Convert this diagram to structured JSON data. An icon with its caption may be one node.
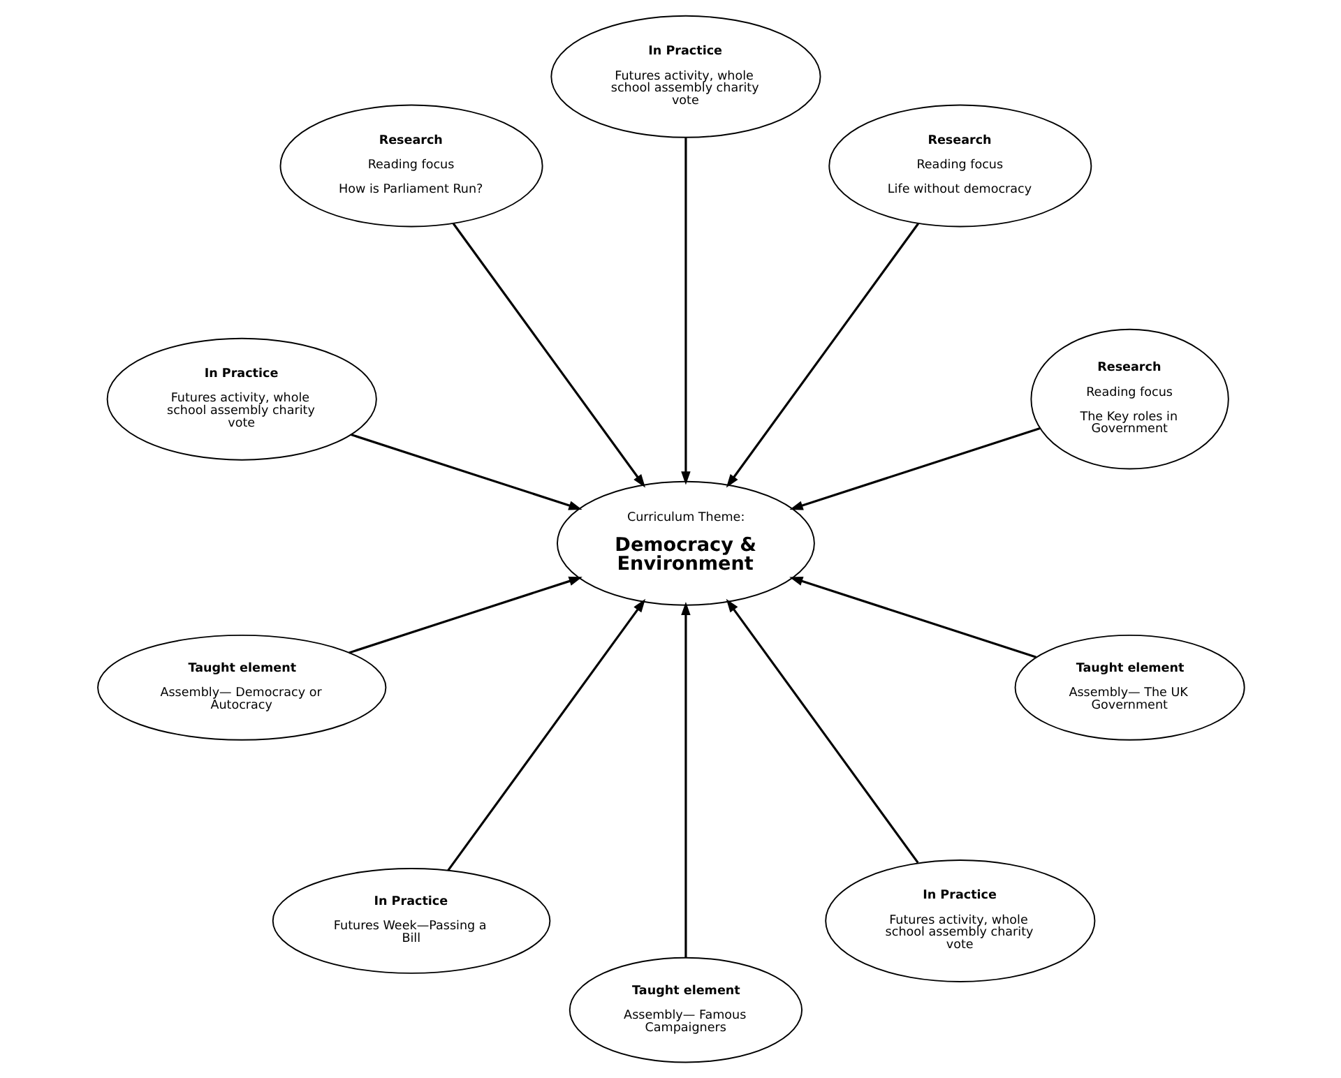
{
  "diagram": {
    "nodes": [
      {
        "text": [
          "Research",
          "Reading focus",
          "The Key roles in Government"
        ]
      },
      {
        "text": [
          "Research",
          "Reading focus",
          "Life without democracy"
        ]
      },
      {
        "text": [
          "In Practice",
          "Futures activity, whole school assembly charity vote"
        ]
      },
      {
        "text": [
          "Research",
          "Reading focus",
          "How is Parliament Run?"
        ]
      },
      {
        "text": [
          "In Practice",
          "Futures activity, whole school assembly charity vote"
        ]
      },
      {
        "text": [
          "Curriculum Theme:",
          "Democracy & Environment"
        ]
      },
      {
        "text": [
          "Taught element",
          "Assembly— Democracy or Autocracy"
        ]
      },
      {
        "text": [
          "In Practice",
          "Futures Week—Passing a Bill"
        ]
      },
      {
        "text": [
          "Taught element",
          "Assembly— Famous Campaigners"
        ]
      },
      {
        "text": [
          "In Practice",
          "Futures activity, whole school assembly charity vote"
        ]
      },
      {
        "text": [
          "Taught element",
          "Assembly— The UK Government"
        ]
      }
    ],
    "edges": [
      {
        "from": 0,
        "to": 5,
        "arrow": "to"
      },
      {
        "from": 1,
        "to": 5,
        "arrow": "to"
      },
      {
        "from": 2,
        "to": 5,
        "arrow": "to"
      },
      {
        "from": 3,
        "to": 5,
        "arrow": "to"
      },
      {
        "from": 4,
        "to": 5,
        "arrow": "to"
      },
      {
        "from": 6,
        "to": 5,
        "arrow": "to"
      },
      {
        "from": 7,
        "to": 5,
        "arrow": "to"
      },
      {
        "from": 8,
        "to": 5,
        "arrow": "to"
      },
      {
        "from": 9,
        "to": 5,
        "arrow": "to"
      },
      {
        "from": 10,
        "to": 5,
        "arrow": "to"
      }
    ]
  }
}
